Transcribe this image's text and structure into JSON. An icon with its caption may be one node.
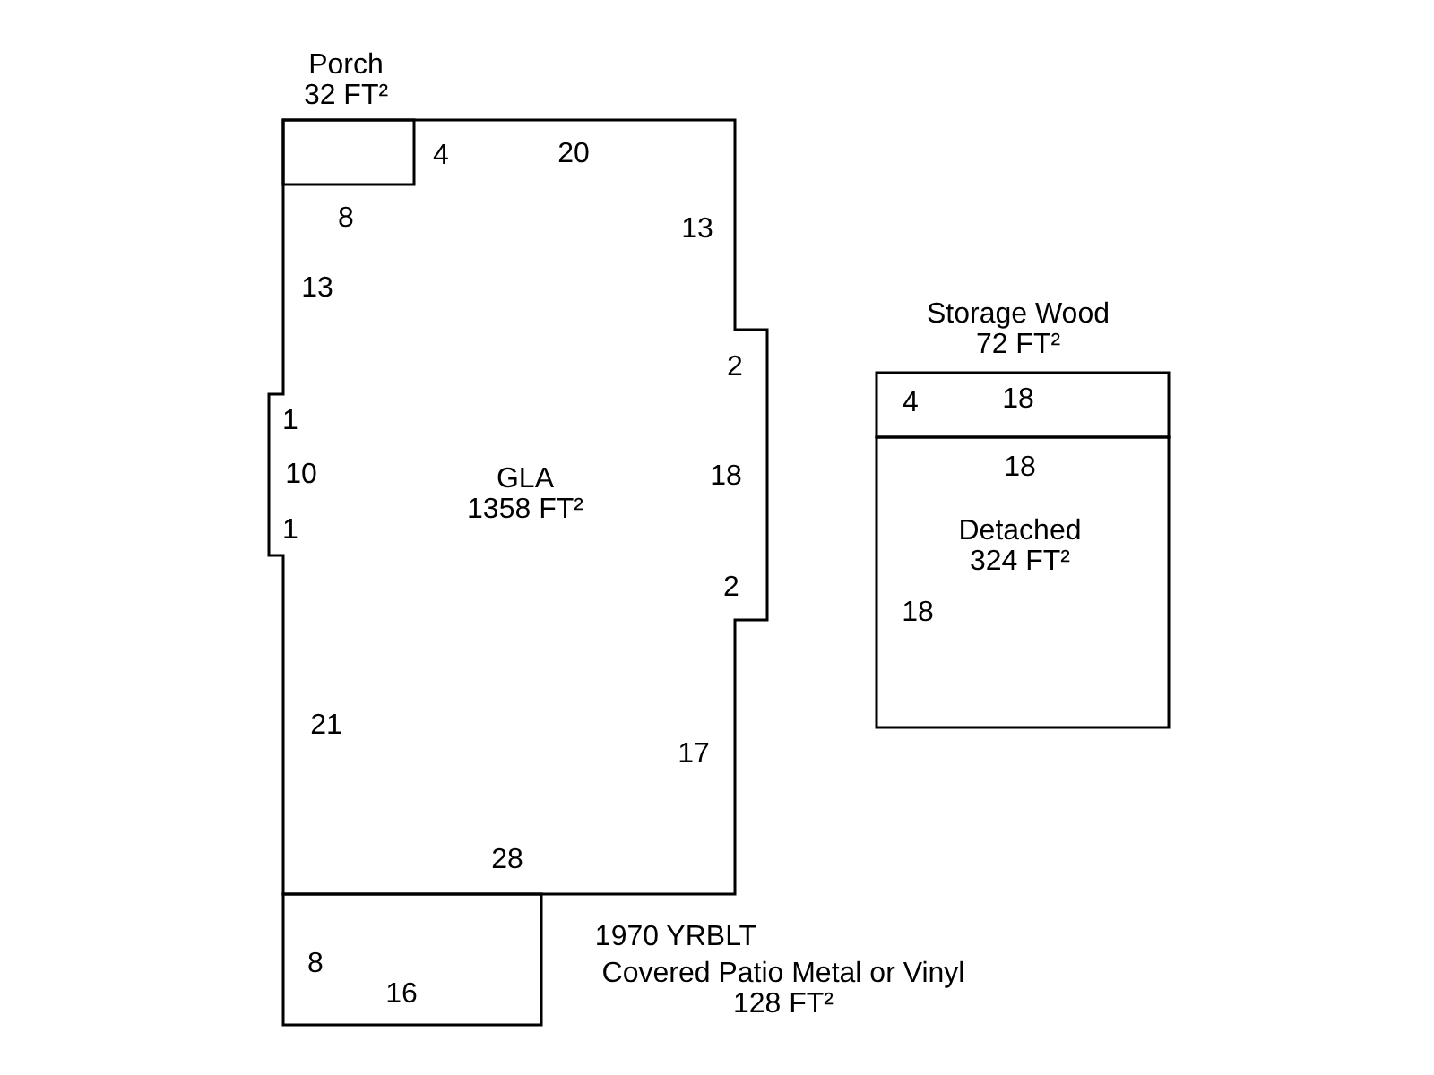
{
  "diagram": {
    "nodes": [
      {
        "text": [
          "GLA 1358 FT²"
        ]
      },
      {
        "text": [
          "Porch 32 FT²"
        ],
        "in": 0
      },
      {
        "text": [
          "Storage Wood 72 FT²"
        ]
      },
      {
        "text": [
          "Detached 324 FT²"
        ]
      },
      {
        "text": [
          "Covered Patio Metal or Vinyl 128 FT²"
        ]
      }
    ],
    "labels": [
      "4",
      "20",
      "8",
      "13",
      "13",
      "2",
      "1",
      "4",
      "18",
      "10",
      "18",
      "18",
      "1",
      "2",
      "18",
      "21",
      "17",
      "28",
      "1970 YRBLT",
      "8",
      "16"
    ]
  }
}
